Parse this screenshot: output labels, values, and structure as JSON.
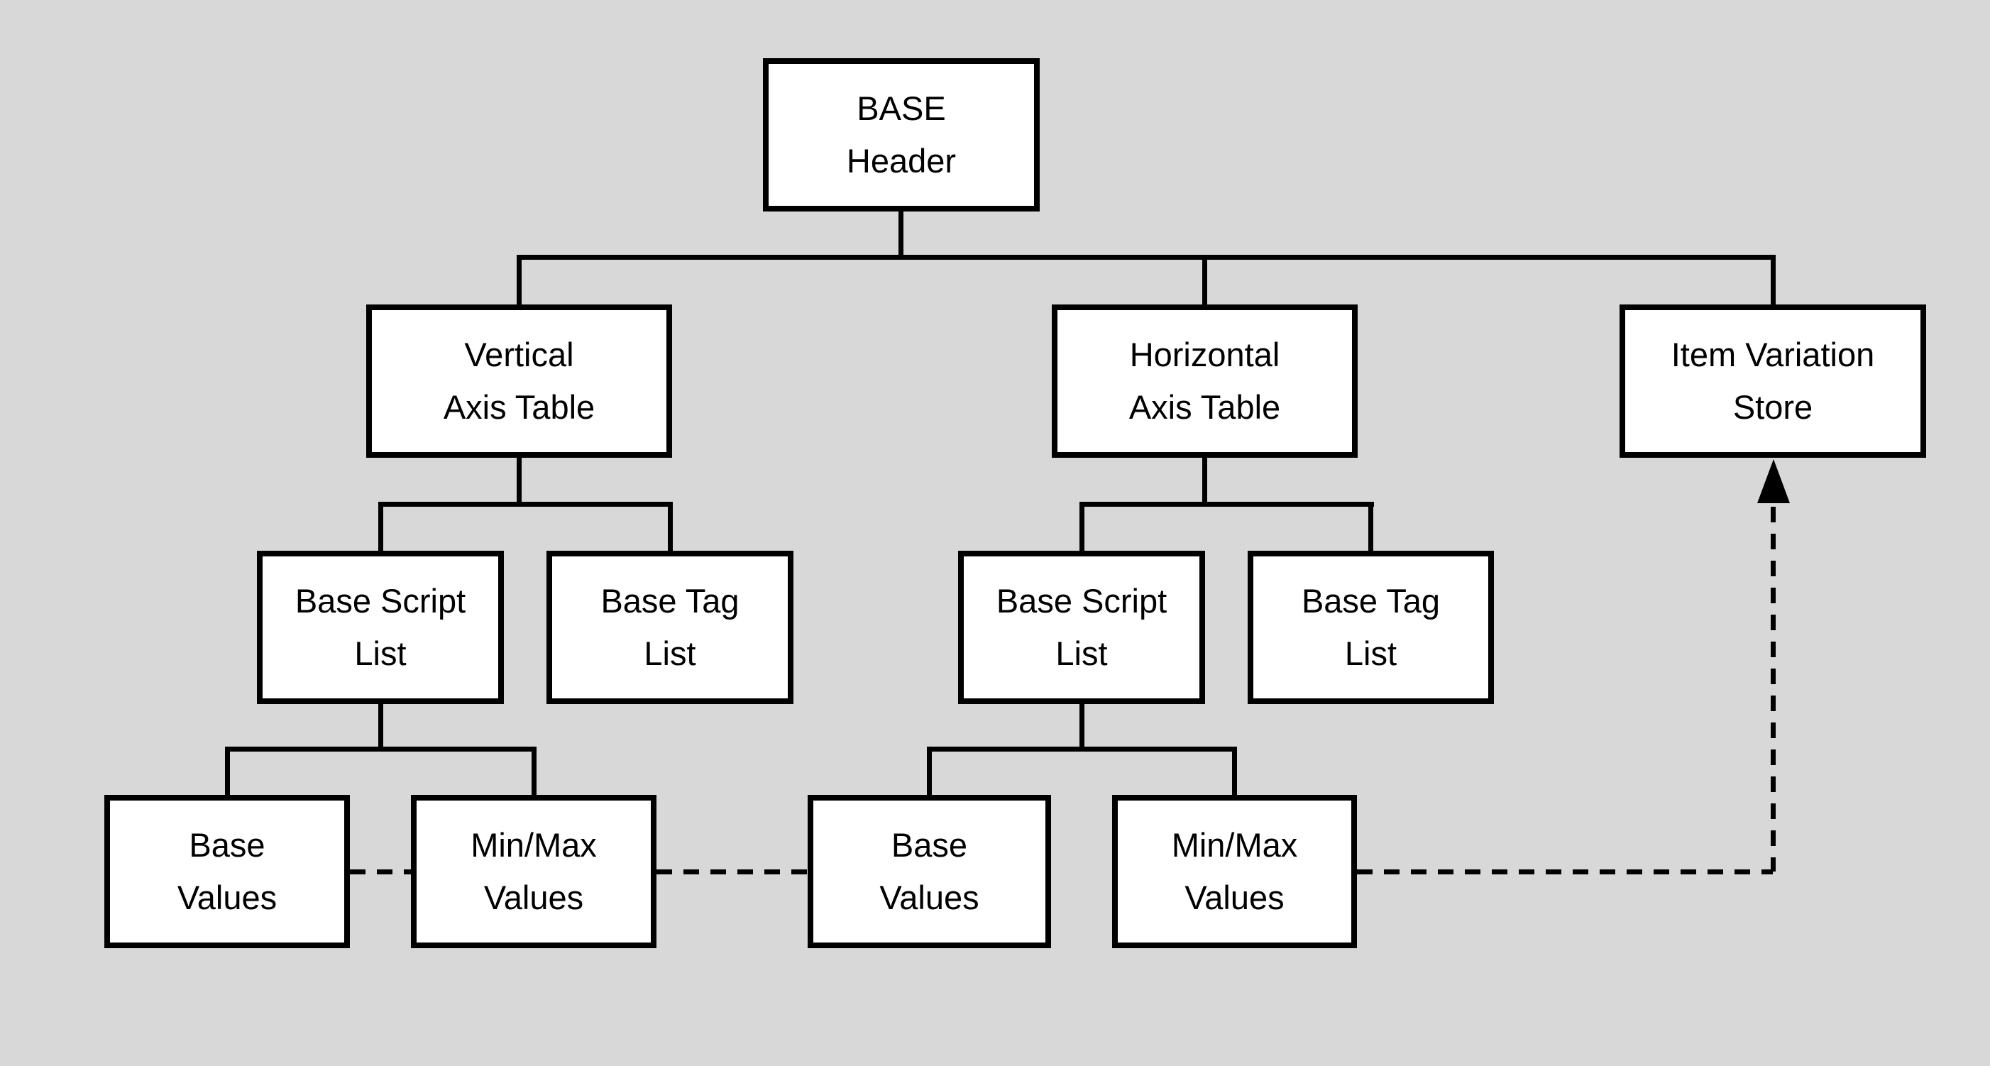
{
  "diagram": {
    "title": "BASE table structure tree",
    "colors": {
      "background": "#d8d8d8",
      "box_fill": "#ffffff",
      "box_border": "#000000",
      "connector": "#000000"
    },
    "connector_styles": {
      "hierarchy": "solid",
      "reference": "dashed-with-arrow"
    },
    "nodes": {
      "base_header": {
        "label": "BASE\nHeader"
      },
      "vertical_axis_table": {
        "label": "Vertical\nAxis Table"
      },
      "horizontal_axis_table": {
        "label": "Horizontal\nAxis Table"
      },
      "item_variation_store": {
        "label": "Item Variation\nStore"
      },
      "v_base_script_list": {
        "label": "Base Script\nList"
      },
      "v_base_tag_list": {
        "label": "Base Tag\nList"
      },
      "h_base_script_list": {
        "label": "Base Script\nList"
      },
      "h_base_tag_list": {
        "label": "Base Tag\nList"
      },
      "v_base_values": {
        "label": "Base\nValues"
      },
      "v_minmax_values": {
        "label": "Min/Max\nValues"
      },
      "h_base_values": {
        "label": "Base\nValues"
      },
      "h_minmax_values": {
        "label": "Min/Max\nValues"
      }
    },
    "edges": {
      "solid": [
        "base_header > vertical_axis_table",
        "base_header > horizontal_axis_table",
        "base_header > item_variation_store",
        "vertical_axis_table > v_base_script_list",
        "vertical_axis_table > v_base_tag_list",
        "horizontal_axis_table > h_base_script_list",
        "horizontal_axis_table > h_base_tag_list",
        "v_base_script_list > v_base_values",
        "v_base_script_list > v_minmax_values",
        "h_base_script_list > h_base_values",
        "h_base_script_list > h_minmax_values"
      ],
      "dashed": [
        "v_base_values - v_minmax_values - h_base_values - h_minmax_values -> item_variation_store"
      ]
    }
  }
}
